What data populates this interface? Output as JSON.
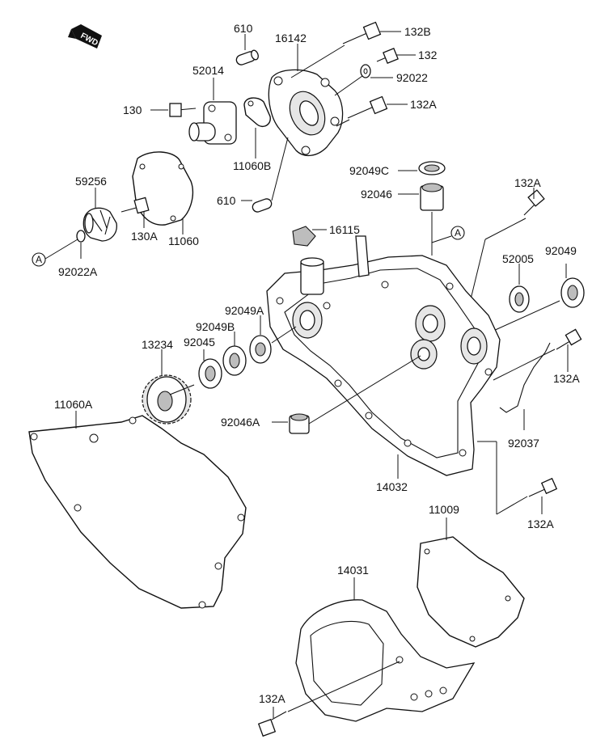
{
  "diagram": {
    "fwd_indicator": "FWD",
    "callout_marker": "A",
    "part_labels": {
      "p610_top": "610",
      "p16142": "16142",
      "p132B": "132B",
      "p132": "132",
      "p52014": "52014",
      "p92022": "92022",
      "p130": "130",
      "p132A_top": "132A",
      "p11060B": "11060B",
      "p92049C": "92049C",
      "p610_bottom": "610",
      "p59256": "59256",
      "p92046": "92046",
      "p132A_right1": "132A",
      "p16115": "16115",
      "p130A": "130A",
      "p11060": "11060",
      "p92022A": "92022A",
      "p52005": "52005",
      "p92049": "92049",
      "p92049A": "92049A",
      "p92049B": "92049B",
      "p13234": "13234",
      "p92045": "92045",
      "p132A_right2": "132A",
      "p11060A": "11060A",
      "p92046A": "92046A",
      "p92037": "92037",
      "p14032": "14032",
      "p132A_right3": "132A",
      "p11009": "11009",
      "p14031": "14031",
      "p132A_bottom": "132A"
    }
  }
}
